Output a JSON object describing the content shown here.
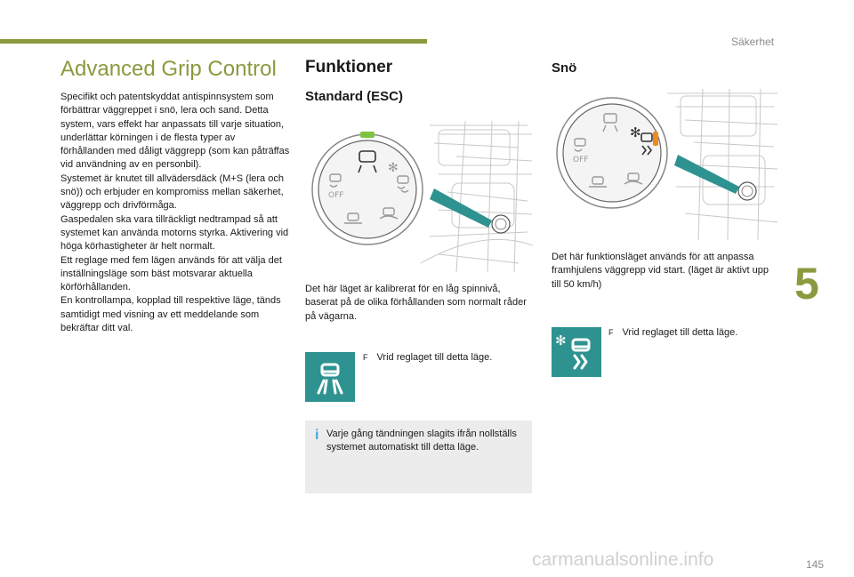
{
  "header": {
    "section": "Säkerhet",
    "chapter": "5",
    "page": "145"
  },
  "col1": {
    "title": "Advanced Grip Control",
    "paragraphs": [
      "Specifikt och patentskyddat antispinnsystem som förbättrar väggreppet i snö, lera och sand. Detta system, vars effekt har anpassats till varje situation, underlättar körningen i de flesta typer av förhållanden med dåligt väggrepp (som kan påträffas vid användning av en personbil).",
      "Systemet är knutet till allvädersdäck (M+S (lera och snö)) och erbjuder en kompromiss mellan säkerhet, väggrepp och drivförmåga.",
      "Gaspedalen ska vara tillräckligt nedtrampad så att systemet kan använda motorns styrka. Aktivering vid höga körhastigheter är helt normalt.",
      "Ett reglage med fem lägen används för att välja det inställningsläge som bäst motsvarar aktuella körförhållanden.",
      "En kontrollampa, kopplad till respektive läge, tänds samtidigt med visning av ett meddelande som bekräftar ditt val."
    ]
  },
  "col2": {
    "title": "Funktioner",
    "subtitle": "Standard (ESC)",
    "knob_off_label": "OFF",
    "paragraph": "Det här läget är kalibrerat för en låg spinnivå, baserat på de olika förhållanden som normalt råder på vägarna.",
    "instruction_mark": "F",
    "instruction": "Vrid reglaget till detta läge.",
    "info_mark": "i",
    "info": "Varje gång tändningen slagits ifrån nollställs systemet automatiskt till detta läge."
  },
  "col3": {
    "title": "Snö",
    "knob_off_label": "OFF",
    "paragraph": "Det här funktionsläget används för att anpassa framhjulens väggrepp vid start. (läget är aktivt upp till 50 km/h)",
    "instruction_mark": "F",
    "instruction": "Vrid reglaget till detta läge."
  },
  "watermark": "carmanualsonline.info",
  "colors": {
    "accent": "#8a9a3e",
    "mode_icon": "#2e9390",
    "highlight_esc": "#7fc241",
    "highlight_snow": "#f08a1c",
    "pointer": "#2e9390"
  }
}
